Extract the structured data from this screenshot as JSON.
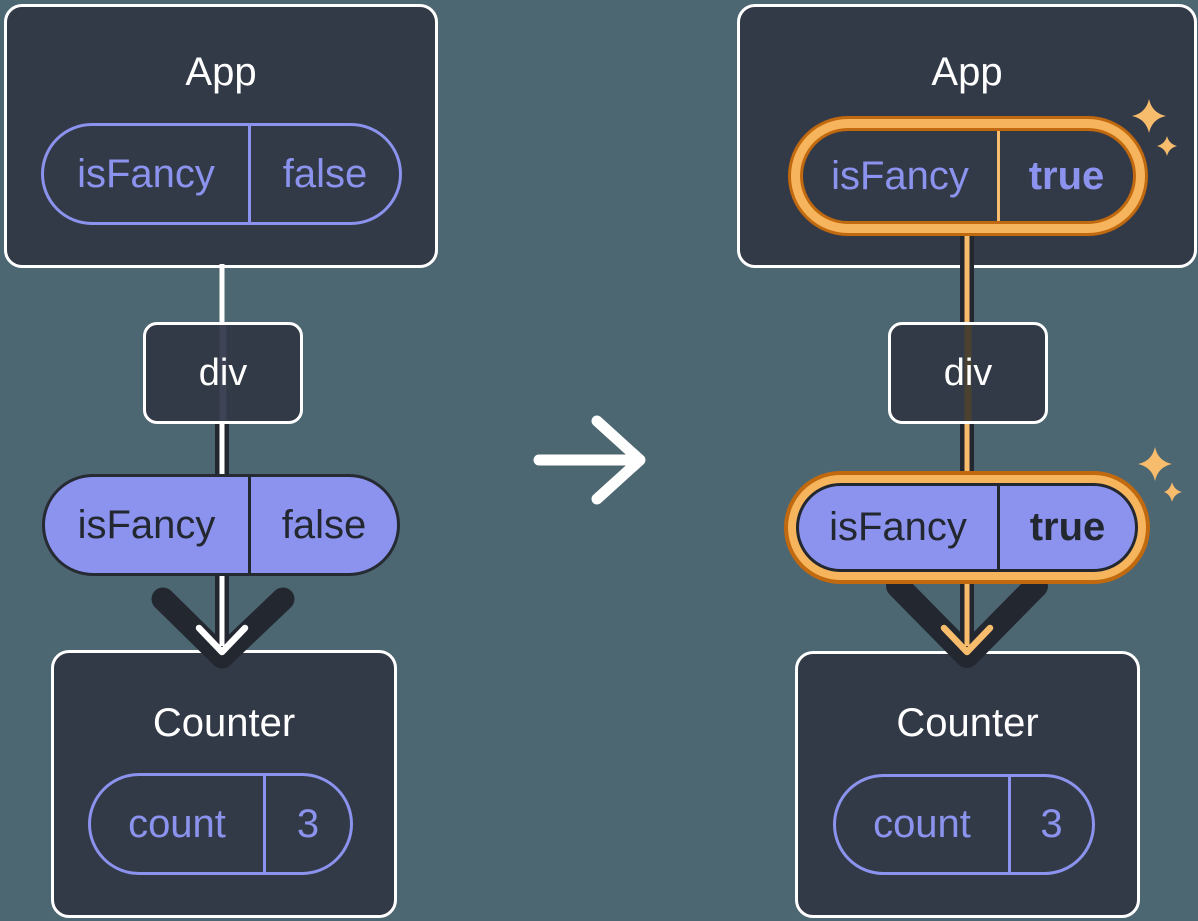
{
  "colors": {
    "background": "#4C6672",
    "card": "#333A47",
    "ink_dark": "#23272F",
    "purple": "#8B93EE",
    "orange_band": "#F6B45C",
    "orange_edge": "#C1690E",
    "sparkle_orange": "#F8BC6D",
    "white": "#FFFFFF"
  },
  "trees": [
    {
      "app": {
        "title": "App"
      },
      "app_prop": {
        "name": "isFancy",
        "value": "false"
      },
      "div": {
        "label": "div"
      },
      "passed_prop": {
        "name": "isFancy",
        "value": "false"
      },
      "counter": {
        "title": "Counter"
      },
      "counter_state": {
        "name": "count",
        "value": "3"
      }
    },
    {
      "app": {
        "title": "App"
      },
      "app_prop": {
        "name": "isFancy",
        "value": "true"
      },
      "div": {
        "label": "div"
      },
      "passed_prop": {
        "name": "isFancy",
        "value": "true"
      },
      "counter": {
        "title": "Counter"
      },
      "counter_state": {
        "name": "count",
        "value": "3"
      }
    }
  ],
  "icons": {
    "transition_arrow": "right-arrow",
    "sparkle": "four-point-star",
    "prop_flow": "down-arrow"
  }
}
